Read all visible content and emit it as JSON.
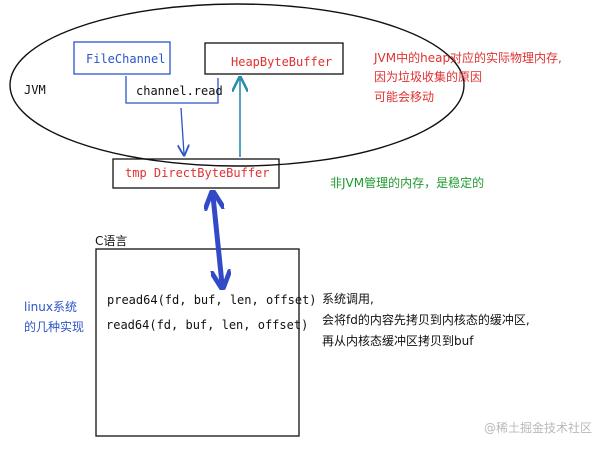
{
  "jvm": {
    "label": "JVM"
  },
  "file_channel": {
    "label": "FileChannel"
  },
  "channel_read": {
    "label": "channel.read"
  },
  "heap_byte_buffer": {
    "label": "HeapByteBuffer"
  },
  "direct_byte_buffer": {
    "label": "tmp DirectByteBuffer"
  },
  "c_language": {
    "label": "C语言"
  },
  "native_calls": {
    "pread": "pread64(fd, buf, len, offset)",
    "read": "read64(fd, buf, len, offset)"
  },
  "notes": {
    "heap_note": [
      "JVM中的heap对应的实际物理内存,",
      "因为垃圾收集的原因",
      "可能会移动"
    ],
    "direct_note": "非JVM管理的内存，是稳定的",
    "linux_note": [
      "linux系统",
      "的几种实现"
    ],
    "syscall_note": [
      "系统调用,",
      "会将fd的内容先拷贝到内核态的缓冲区,",
      "再从内核态缓冲区拷贝到buf"
    ]
  },
  "watermark": "@稀土掘金技术社区",
  "colors": {
    "ink": "#111111",
    "blue": "#2b55c8",
    "red": "#e03131",
    "green": "#1f9a2e",
    "teal": "#2a8bb0",
    "thick_arrow": "#3249c8",
    "watermark": "#b9b9b9"
  }
}
